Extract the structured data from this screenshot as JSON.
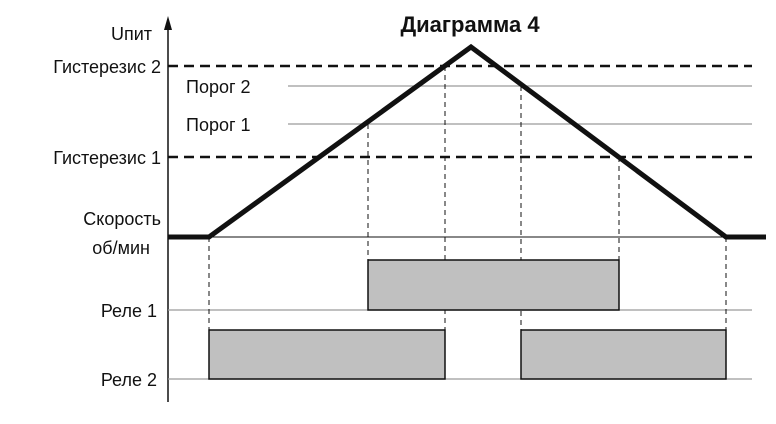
{
  "title": "Диаграмма 4",
  "axis": {
    "y_label": "Uпит"
  },
  "levels": {
    "hysteresis_2": "Гистерезис 2",
    "threshold_2": "Порог 2",
    "threshold_1": "Порог 1",
    "hysteresis_1": "Гистерезис 1"
  },
  "speed_label": {
    "line1": "Скорость",
    "line2": "об/мин"
  },
  "relays": {
    "relay_1": "Реле 1",
    "relay_2": "Реле 2"
  },
  "colors": {
    "line": "#111111",
    "grid": "#9a9a9a",
    "relay_fill": "#c0c0c0"
  }
}
